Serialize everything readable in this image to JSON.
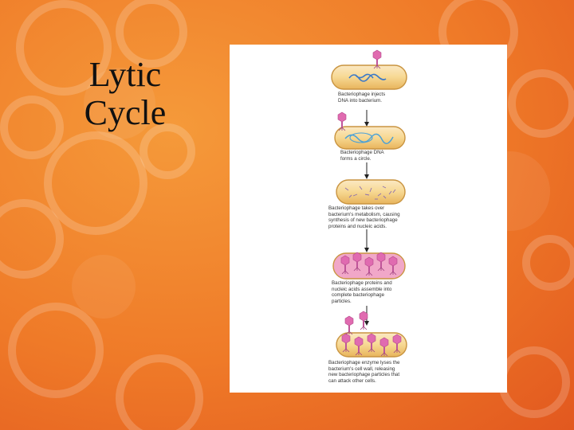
{
  "slide": {
    "title_line1": "Lytic",
    "title_line2": "Cycle"
  },
  "figure": {
    "steps": [
      {
        "caption": "Bacteriophage injects\nDNA into bacterium."
      },
      {
        "caption": "Bacteriophage DNA\nforms a circle."
      },
      {
        "caption": "Bacteriophage takes over\nbacterium's metabolism, causing\nsynthesis of new bacteriophage\nproteins and nucleic acids."
      },
      {
        "caption": "Bacteriophage proteins and\nnucleic acids assemble into\ncomplete bacteriophage\nparticles."
      },
      {
        "caption": "Bacteriophage enzyme lyses the\nbacterium's cell wall, releasing\nnew bacteriophage particles that\ncan attack other cells."
      }
    ]
  }
}
